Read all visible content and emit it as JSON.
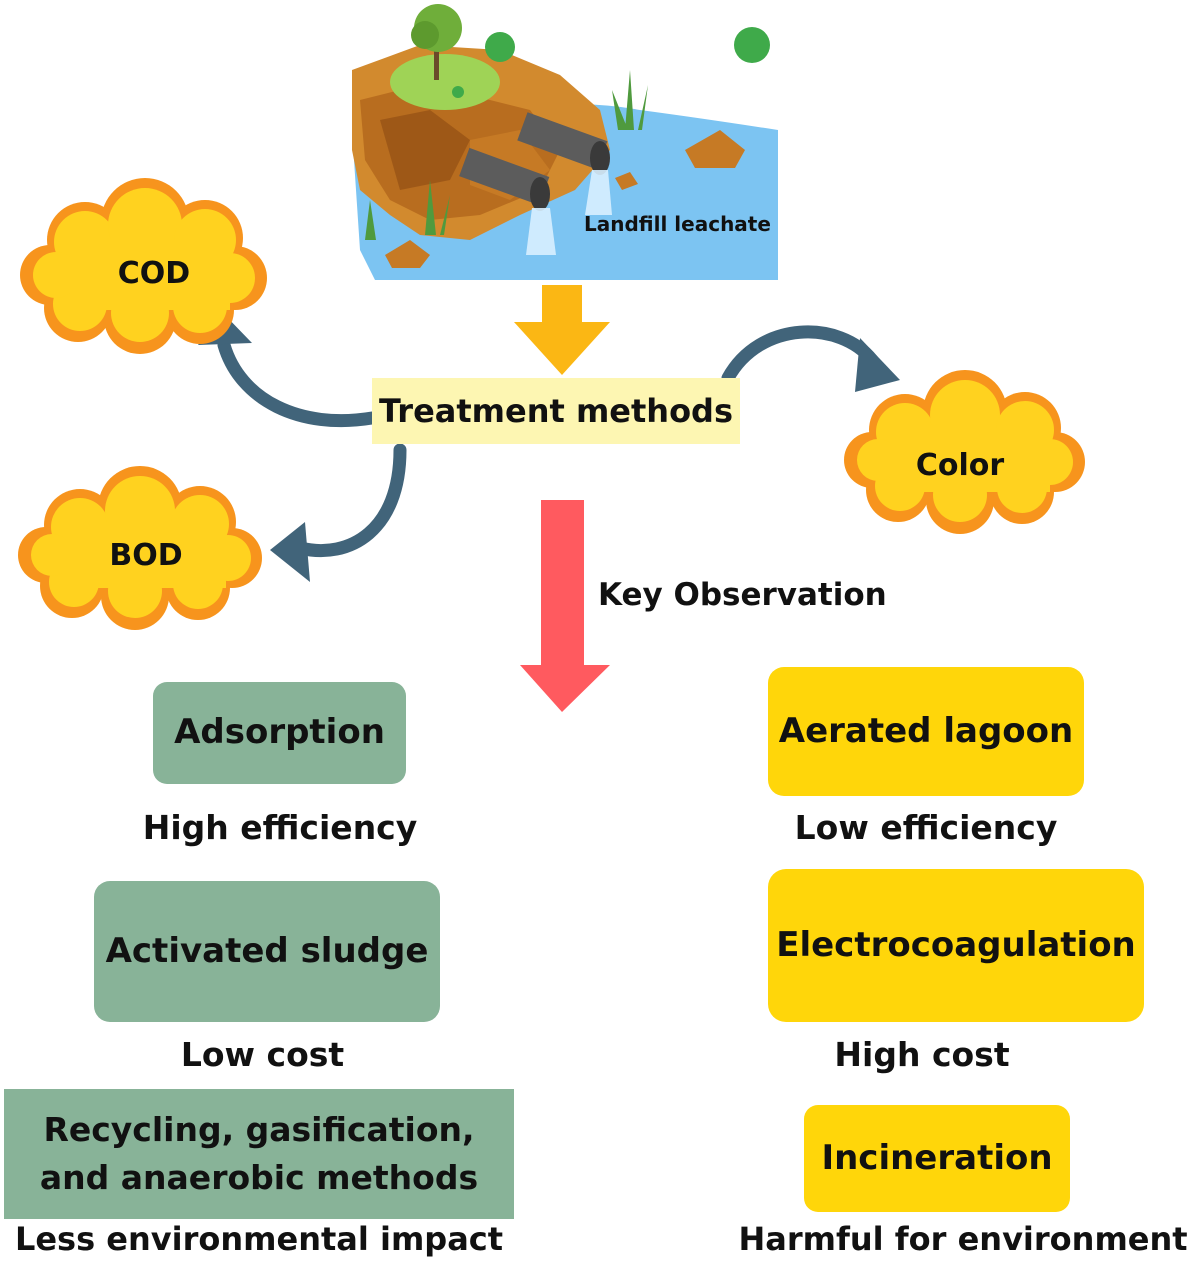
{
  "header": {
    "landfill_label": "Landfill leachate"
  },
  "center": {
    "title": "Treatment methods",
    "observation_label": "Key Observation"
  },
  "parameters": {
    "cod": "COD",
    "bod": "BOD",
    "color": "Color"
  },
  "left_methods": {
    "adsorption": "Adsorption",
    "adsorption_note": "High efficiency",
    "activated_sludge": "Activated sludge",
    "activated_sludge_note": "Low cost",
    "recycling_line1": "Recycling, gasification,",
    "recycling_line2": "and anaerobic methods",
    "recycling_note": "Less environmental impact"
  },
  "right_methods": {
    "aerated_lagoon": "Aerated lagoon",
    "aerated_lagoon_note": "Low efficiency",
    "electrocoagulation": "Electrocoagulation",
    "electrocoagulation_note": "High cost",
    "incineration": "Incineration",
    "incineration_note": "Harmful for environment"
  },
  "colors": {
    "green_box": "#88b398",
    "yellow_box": "#ffd60a",
    "cloud_fill": "#ffd21f",
    "cloud_edge": "#f7941d",
    "arrow_orange": "#fbb714",
    "arrow_red": "#ff5a5f",
    "curve_arrow": "#41647a",
    "title_bg": "#fdf6b2"
  }
}
